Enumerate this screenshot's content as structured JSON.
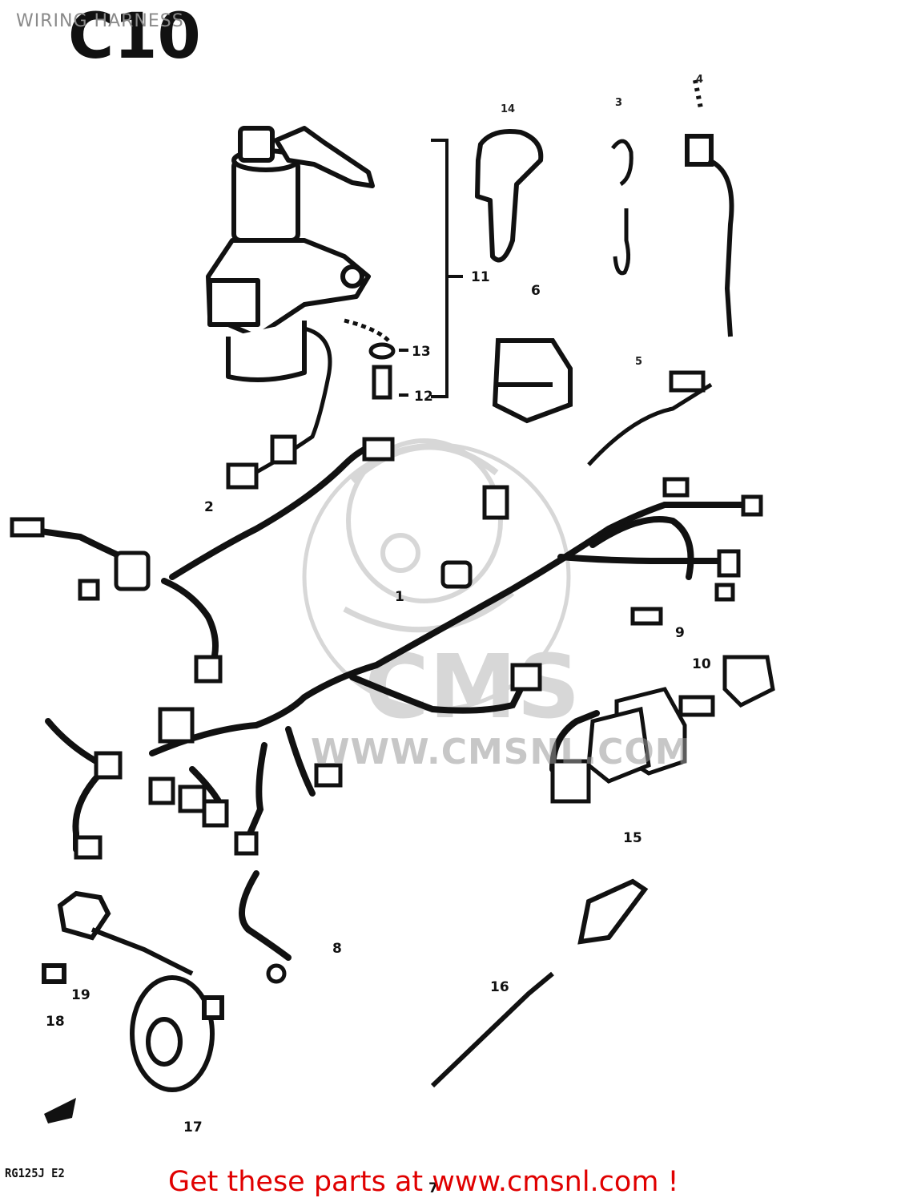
{
  "page": {
    "title": "WIRING HARNESS"
  },
  "diagram": {
    "section_code": "C10",
    "model_code": "RG125J E2",
    "callouts": {
      "c1": "1",
      "c2": "2",
      "c3": "3",
      "c4": "4",
      "c5": "5",
      "c6": "6",
      "c7": "7",
      "c8": "8",
      "c9": "9",
      "c10": "10",
      "c11": "11",
      "c12": "12",
      "c13": "13",
      "c14": "14",
      "c15": "15",
      "c16": "16",
      "c17": "17",
      "c18": "18",
      "c19": "19"
    }
  },
  "watermark": {
    "logo": "CMS",
    "url_text": "WWW.CMSNL.COM"
  },
  "promo": {
    "text": "Get these parts at www.cmsnl.com !"
  },
  "colors": {
    "ink": "#111111",
    "promo": "#e00000",
    "watermark": "#a8a8a8",
    "title": "#8a8a8a"
  }
}
